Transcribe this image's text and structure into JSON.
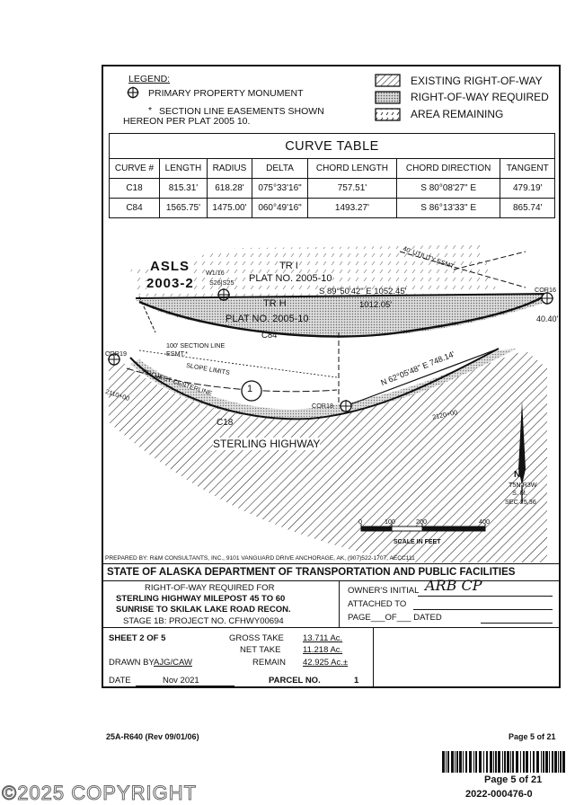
{
  "legend": {
    "title": "LEGEND:",
    "monument": "PRIMARY PROPERTY MONUMENT",
    "asterisk": "*",
    "easement_line1": "SECTION LINE EASEMENTS SHOWN",
    "easement_line2": "HEREON PER PLAT 2005 10.",
    "existing_row": "EXISTING RIGHT-OF-WAY",
    "row_required": "RIGHT-OF-WAY REQUIRED",
    "area_remaining": "AREA REMAINING"
  },
  "curve_table": {
    "title": "CURVE TABLE",
    "headers": [
      "CURVE #",
      "LENGTH",
      "RADIUS",
      "DELTA",
      "CHORD LENGTH",
      "CHORD DIRECTION",
      "TANGENT"
    ],
    "rows": [
      [
        "C18",
        "815.31'",
        "618.28'",
        "075°33'16\"",
        "757.51'",
        "S 80°08'27\" E",
        "479.19'"
      ],
      [
        "C84",
        "1565.75'",
        "1475.00'",
        "060°49'16\"",
        "1493.27'",
        "S 86°13'33\" E",
        "865.74'"
      ]
    ]
  },
  "map": {
    "asls1": "ASLS",
    "asls2": "2003-2",
    "w116": "W1/16",
    "s26s25": "S26|S25",
    "tr_i": "TR I",
    "plat_top": "PLAT NO. 2005-10",
    "utility_esmt": "40' UTILITY ESMT",
    "bearing_top": "S 89°50'42\" E    1052.45'",
    "cor16": "COR16",
    "tr_h": "TR H",
    "dist_1012": "1012.05'",
    "dim_4040": "40.40'",
    "plat_mid": "PLAT NO. 2005-10",
    "c84": "C84",
    "section_line_esmt1": "100' SECTION LINE",
    "section_line_esmt2": "ESMT.*",
    "cor19": "COR19",
    "slope_limits": "SLOPE LIMITS",
    "project_centerline": "PROJECT CENTERLINE",
    "sta_2110": "2110+00",
    "parcel_label": "1",
    "cor18": "COR18",
    "bearing_low": "N 62°05'48\" E    748.14'",
    "sta_2120": "2120+00",
    "c18": "C18",
    "highway": "STERLING HIGHWAY",
    "north": "N",
    "township": "T5N R3W",
    "meridian": "S. M.",
    "sec": "SEC 25,36",
    "scale_ticks": [
      "0",
      "100",
      "200",
      "400"
    ],
    "scale_label": "SCALE IN FEET"
  },
  "prepared_by": "PREPARED BY: R&M CONSULTANTS, INC., 9101 VANGUARD DRIVE ANCHORAGE, AK, (907)522-1707, AECC111",
  "title_block": {
    "agency": "STATE OF ALASKA DEPARTMENT OF TRANSPORTATION AND PUBLIC FACILITIES",
    "row_required_for": "RIGHT-OF-WAY REQUIRED FOR",
    "project_line1": "STERLING HIGHWAY MILEPOST 45 TO 60",
    "project_line2": "SUNRISE TO SKILAK LAKE ROAD RECON.",
    "stage": "STAGE 1B:  PROJECT NO. CFHWY00694",
    "owners_initial": "OWNER'S INITIAL",
    "initials_sig": "ARB CP",
    "attached_to": "ATTACHED TO",
    "page_of_dated": "PAGE___OF___ DATED",
    "sheet": "SHEET 2 OF 5",
    "gross_take_label": "GROSS TAKE",
    "gross_take": "13.711 Ac.",
    "net_take_label": "NET TAKE",
    "net_take": "11.218 Ac.",
    "drawn_by_label": "DRAWN BY",
    "drawn_by": "AJG/CAW",
    "remain_label": "REMAIN",
    "remain": "42.925 Ac.±",
    "date_label": "DATE",
    "date": "Nov 2021",
    "parcel_label": "PARCEL NO.",
    "parcel_no": "1"
  },
  "footer": {
    "form": "25A-R640  (Rev 09/01/06)",
    "page_right": "Page 5 of 21",
    "barcode_page": "Page 5 of 21",
    "doc_number": "2022-000476-0",
    "copyright": "©2025 COPYRIGHT"
  }
}
